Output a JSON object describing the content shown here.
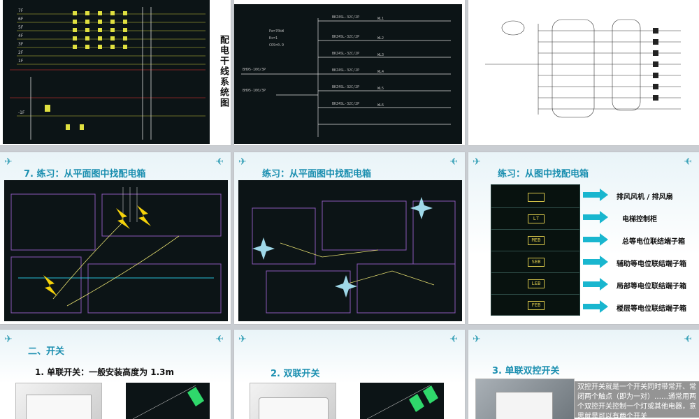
{
  "slides": {
    "s1": {
      "floor_labels": [
        "7F",
        "6F",
        "5F",
        "4F",
        "3F",
        "2F",
        "1F",
        "-1F"
      ]
    },
    "s2": {
      "title": "配电干线系统图"
    },
    "s5": {
      "title": "7. 练习：从平面图中找配电箱"
    },
    "s6": {
      "title": "练习：从平面图中找配电箱"
    },
    "s7": {
      "title": "练习：从图中找配电箱",
      "items": [
        {
          "tag": "",
          "label": "排风风机 / 排风扇"
        },
        {
          "tag": "LT",
          "label": "电梯控制柜"
        },
        {
          "tag": "MEB",
          "label": "总等电位联结端子箱"
        },
        {
          "tag": "SEB",
          "label": "辅助等电位联结端子箱"
        },
        {
          "tag": "LEB",
          "label": "局部等电位联结端子箱"
        },
        {
          "tag": "FEB",
          "label": "楼层等电位联结端子箱"
        }
      ]
    },
    "s8": {
      "section_title": "二、开关",
      "subtitle": "1. 单联开关：一般安装高度为 1.3m"
    },
    "s9": {
      "title": "2. 双联开关"
    },
    "s10": {
      "title": "3. 单联双控开关",
      "paragraph": "双控开关就是一个开关同时带常开、常闭两个触点（即为一对）……通常用两个双控开关控制一个灯或其他电器，意思就是可以有两个开关"
    },
    "colors": {
      "title_blue": "#1b8fb0",
      "arrow_cyan": "#19b6cf",
      "cad_bg": "#0c1416",
      "tag_yellow": "#d8c64a"
    }
  }
}
